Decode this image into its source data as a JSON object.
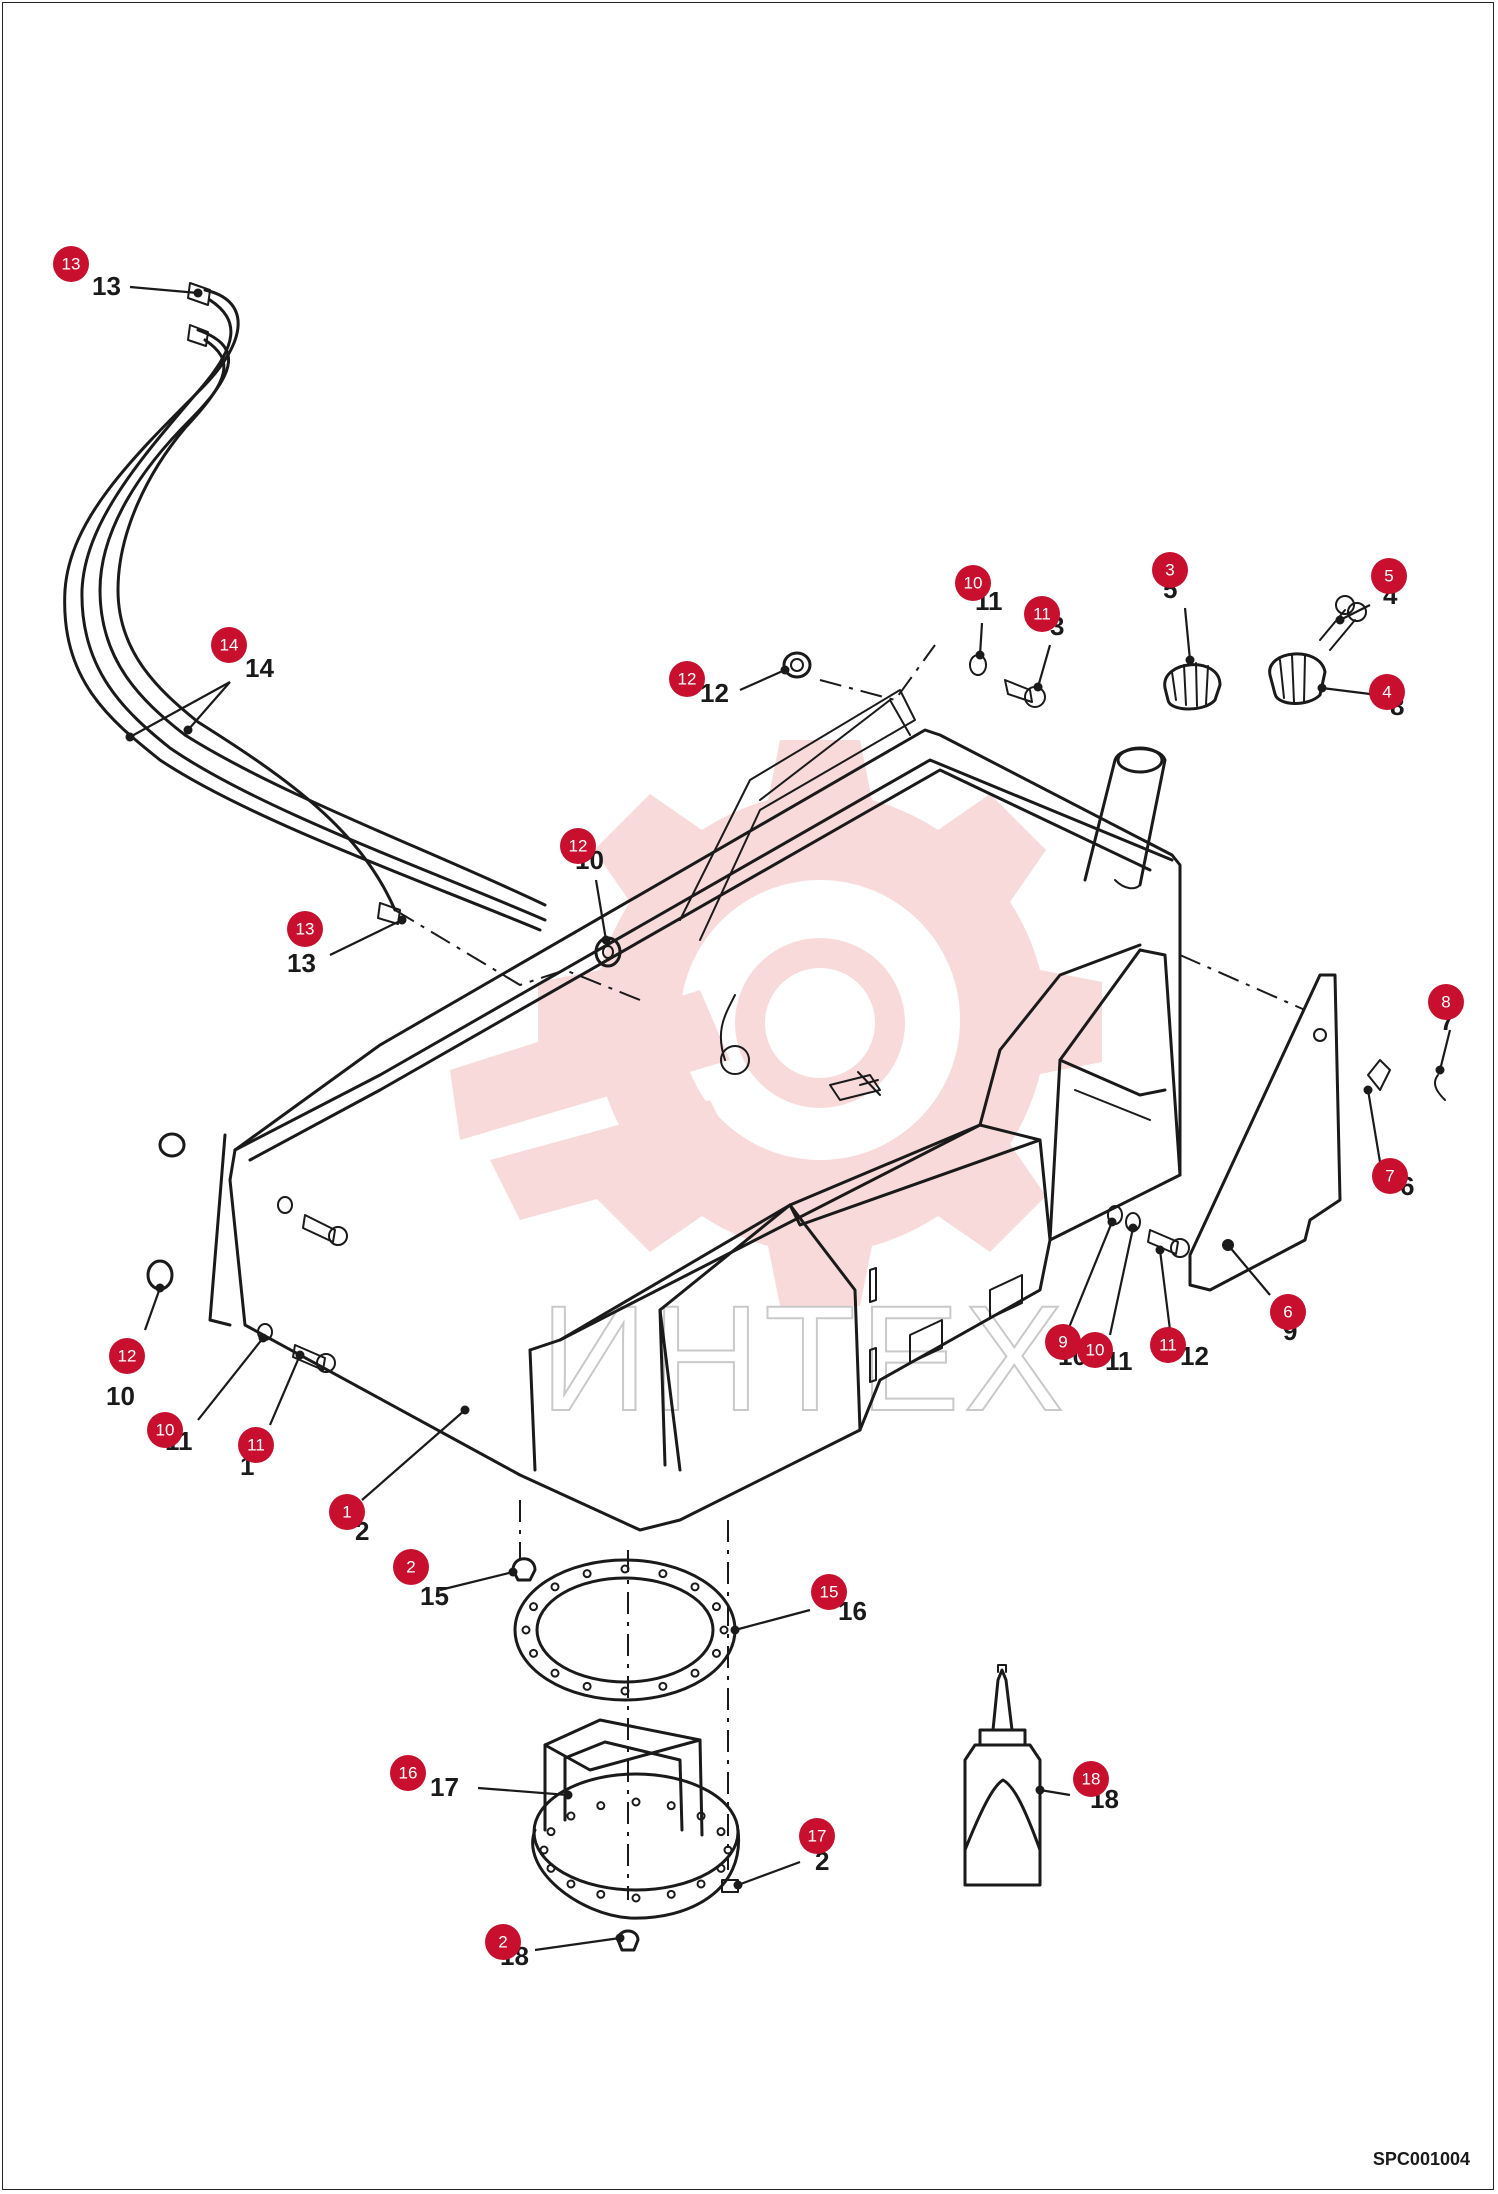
{
  "diagram": {
    "drawing_code": "SPC001004",
    "watermark_text": "ИНТЕХ",
    "accent_color": "#c8102e",
    "callouts": [
      {
        "id": "c13a",
        "label": "13"
      },
      {
        "id": "c14",
        "label": "14"
      },
      {
        "id": "c13b",
        "label": "13"
      },
      {
        "id": "c12a",
        "label": "12"
      },
      {
        "id": "c12b",
        "label": "12"
      },
      {
        "id": "c10a",
        "label": "10"
      },
      {
        "id": "c11a",
        "label": "11"
      },
      {
        "id": "c3",
        "label": "3"
      },
      {
        "id": "c5",
        "label": "5"
      },
      {
        "id": "c4",
        "label": "4"
      },
      {
        "id": "c8",
        "label": "8"
      },
      {
        "id": "c7",
        "label": "7"
      },
      {
        "id": "c6",
        "label": "6"
      },
      {
        "id": "c9",
        "label": "9"
      },
      {
        "id": "c10b",
        "label": "10"
      },
      {
        "id": "c11b",
        "label": "11"
      },
      {
        "id": "c12c",
        "label": "12"
      },
      {
        "id": "c10c",
        "label": "10"
      },
      {
        "id": "c11c",
        "label": "11"
      },
      {
        "id": "c1",
        "label": "1"
      },
      {
        "id": "c2a",
        "label": "2"
      },
      {
        "id": "c15",
        "label": "15"
      },
      {
        "id": "c16",
        "label": "16"
      },
      {
        "id": "c17",
        "label": "17"
      },
      {
        "id": "c2b",
        "label": "2"
      },
      {
        "id": "c18",
        "label": "18"
      }
    ],
    "printed_numbers": [
      "13",
      "14",
      "13",
      "12",
      "10",
      "11",
      "3",
      "5",
      "4",
      "8",
      "7",
      "6",
      "9",
      "10",
      "11",
      "12",
      "10",
      "11",
      "1",
      "2",
      "15",
      "16",
      "17",
      "2",
      "18"
    ]
  }
}
